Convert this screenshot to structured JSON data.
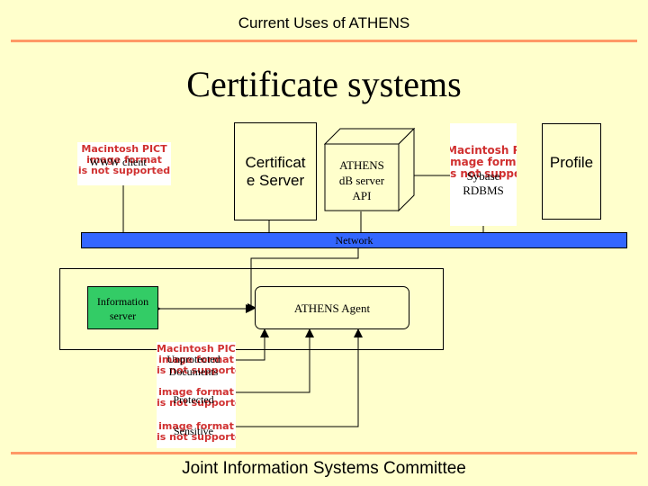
{
  "header": {
    "title": "Current Uses of ATHENS"
  },
  "slide": {
    "title": "Certificate systems"
  },
  "colors": {
    "background": "#ffffcc",
    "accent_rule": "#ff9966",
    "network_bar": "#3366ff",
    "placeholder_text": "#d03030"
  },
  "placeholder": {
    "small": "Macintosh PICT\nimage format\nis not supported",
    "large": "Macintosh PICT\nimage format\nis not supported",
    "lower": "image format\nis not supported"
  },
  "nodes": {
    "www_client": "WWW client",
    "certificate_server": "Certificat\ne Server",
    "athens_db_api": "ATHENS\ndB server\nAPI",
    "sybase": "Sybase\nRDBMS",
    "profile": "Profile",
    "network": "Network",
    "information_server": "Information\nserver",
    "athens_agent": "ATHENS Agent",
    "unprotected": "Unprotected\nDocuments",
    "protected": "Protected",
    "sensitive": "Sensitive"
  },
  "footer": {
    "text": "Joint Information Systems Committee"
  }
}
